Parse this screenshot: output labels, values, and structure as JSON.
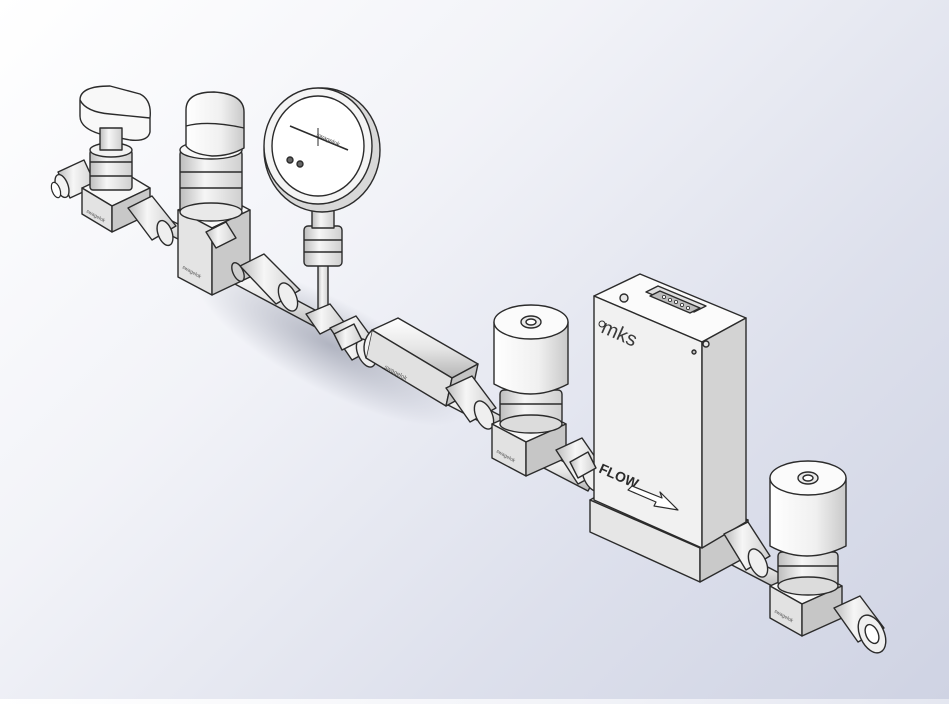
{
  "diagram": {
    "components": [
      {
        "id": "needle-valve",
        "kind": "manual needle valve",
        "body_label": "swagelok"
      },
      {
        "id": "pressure-regulator",
        "kind": "pressure regulator",
        "body_label": "swagelok"
      },
      {
        "id": "pressure-gauge",
        "kind": "dial pressure gauge",
        "dial_label": "swagelok"
      },
      {
        "id": "inline-filter",
        "kind": "inline filter",
        "body_label": "swagelok"
      },
      {
        "id": "shutoff-valve-1",
        "kind": "actuated diaphragm valve",
        "body_label": "swagelok"
      },
      {
        "id": "mass-flow-controller",
        "kind": "mass flow controller",
        "brand": "mks",
        "flow_label": "FLOW"
      },
      {
        "id": "shutoff-valve-2",
        "kind": "actuated diaphragm valve",
        "body_label": "swagelok"
      }
    ],
    "colors": {
      "line": "#2b2b2b",
      "metal_light": "#fafafa",
      "metal_mid": "#dcdcdc",
      "metal_dark": "#a8a8a8"
    }
  }
}
